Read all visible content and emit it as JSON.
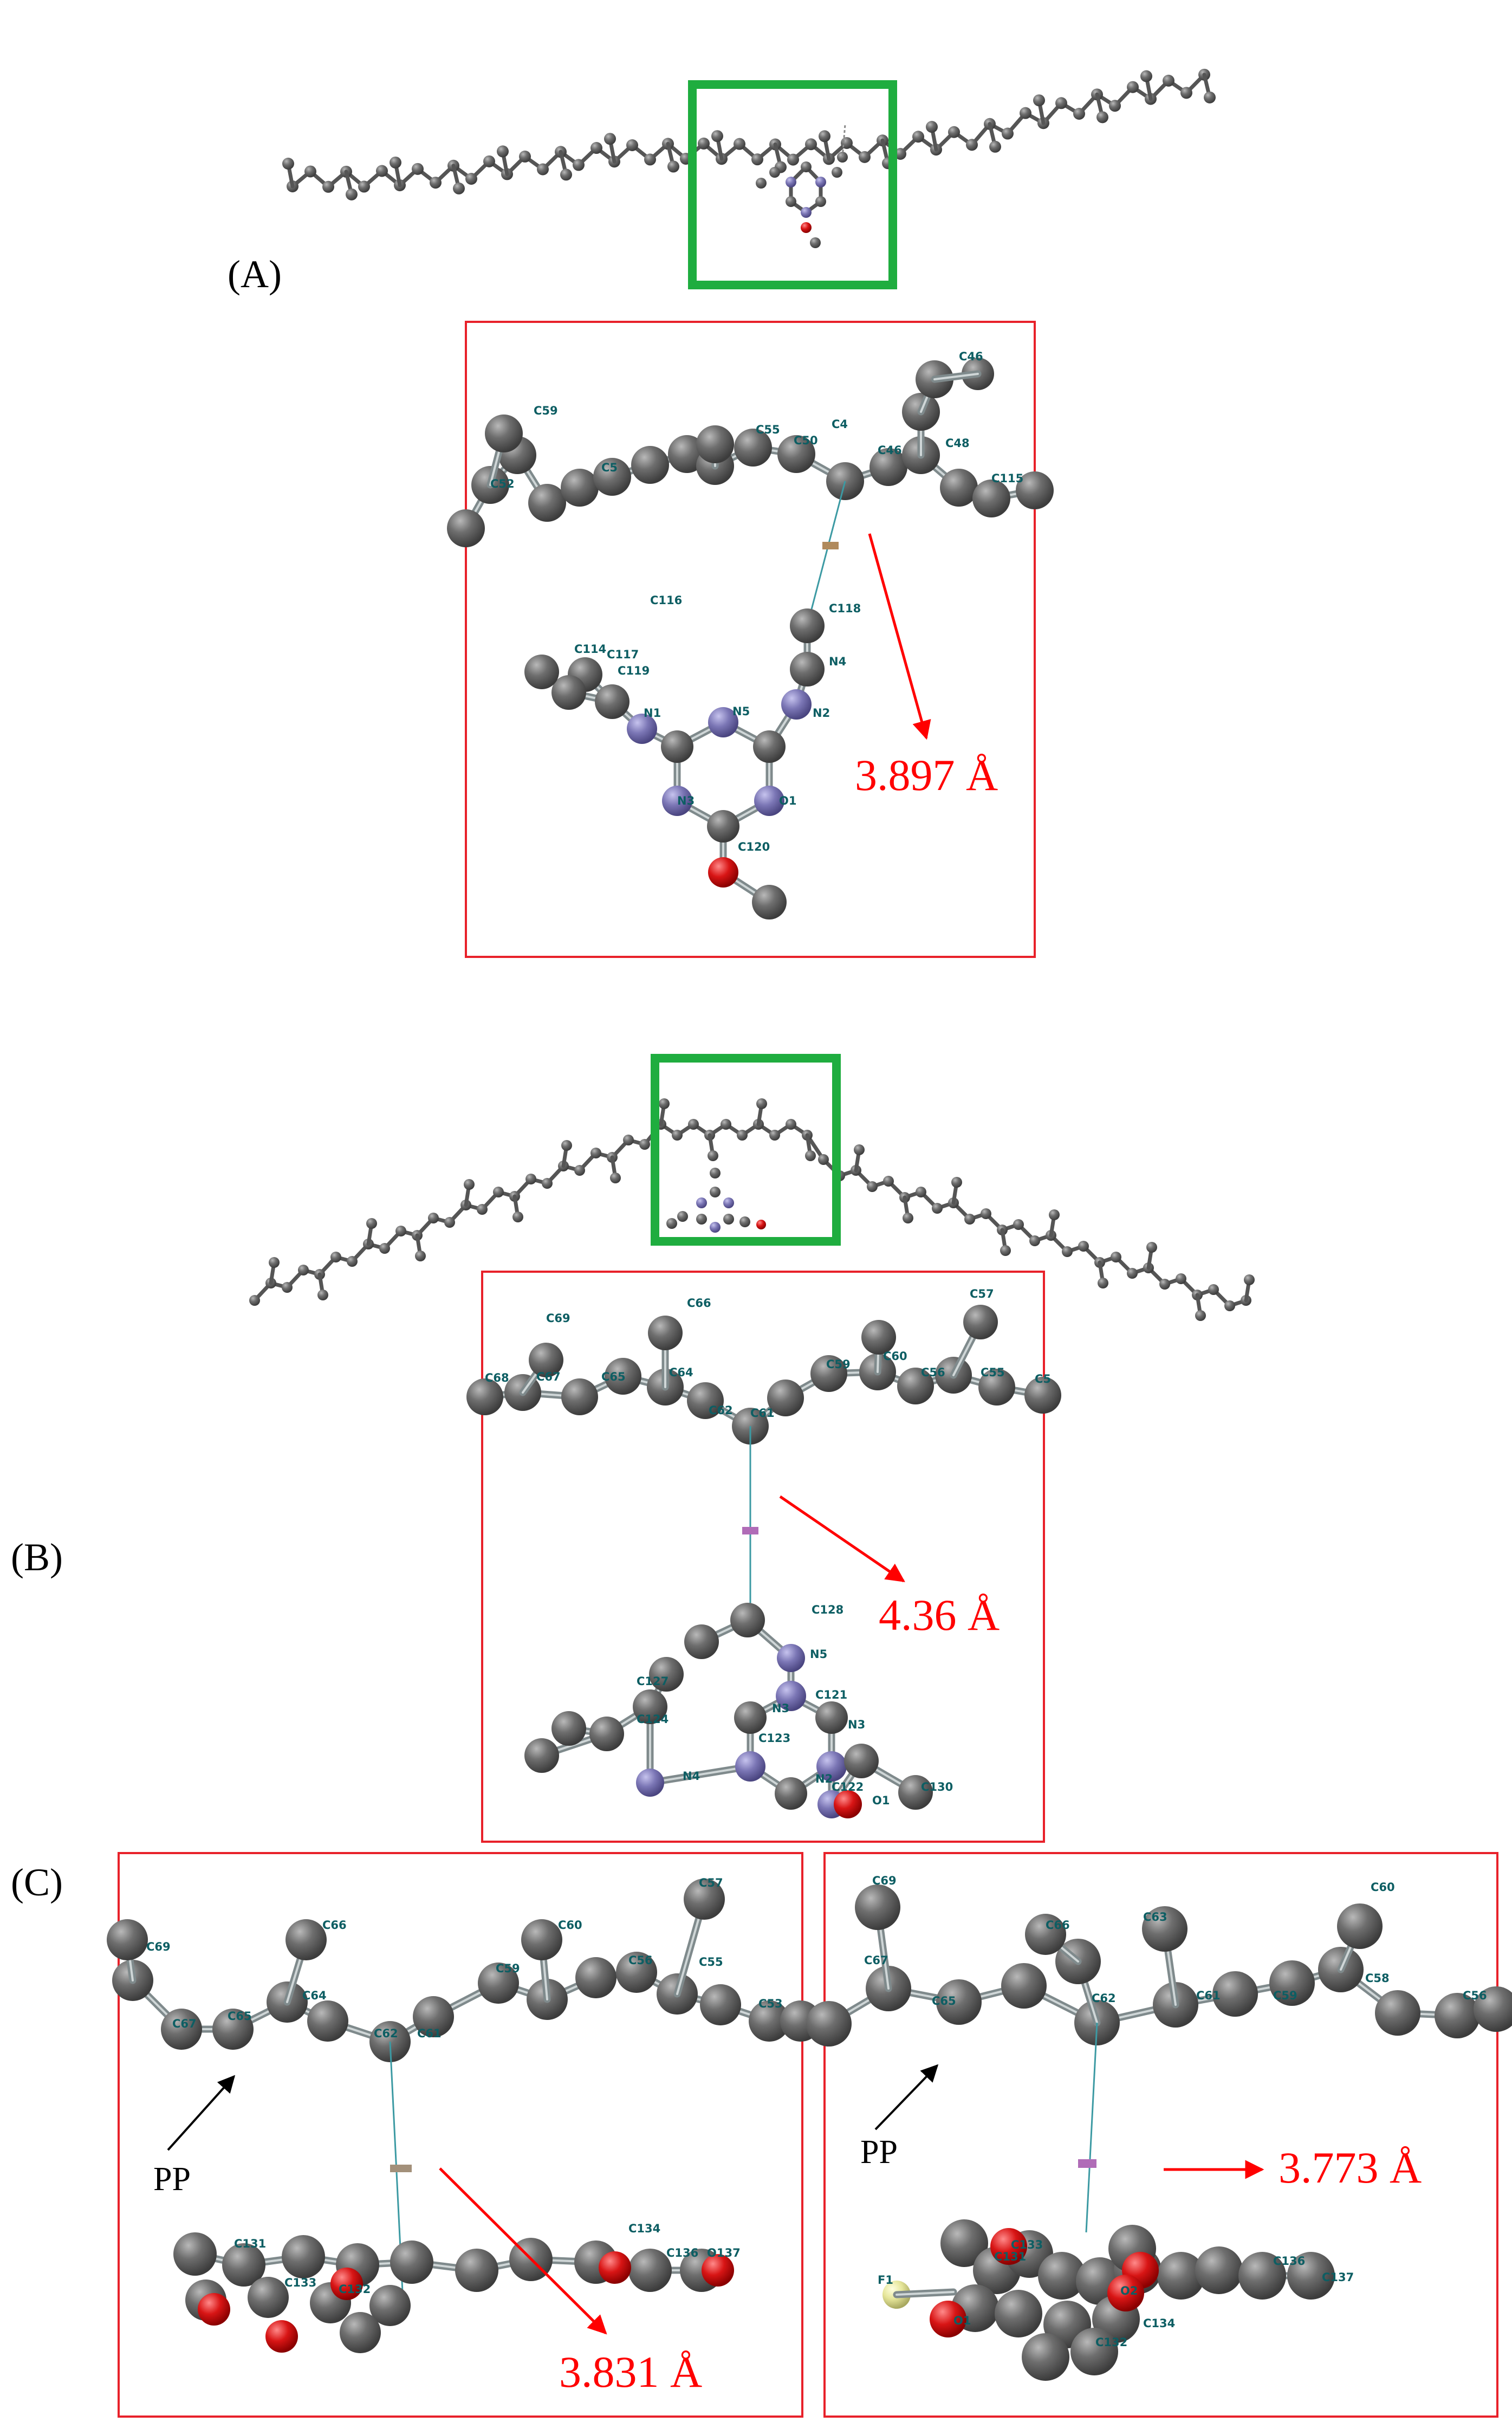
{
  "panels": {
    "a": {
      "label": "(A)",
      "distance": "3.897 Å",
      "atoms": [
        "C46",
        "C59",
        "C52",
        "C5",
        "C55",
        "C50",
        "C4",
        "C46",
        "C48",
        "C115",
        "C116",
        "C114",
        "C117",
        "C119",
        "C118",
        "N4",
        "N1",
        "N5",
        "N2",
        "N3",
        "O1",
        "C120"
      ]
    },
    "b": {
      "label": "(B)",
      "distance": "4.36 Å",
      "atoms": [
        "C57",
        "C69",
        "C66",
        "C68",
        "C67",
        "C65",
        "C64",
        "C60",
        "C56",
        "C55",
        "C5",
        "C59",
        "C62",
        "C61",
        "C128",
        "N5",
        "C127",
        "N3",
        "N3",
        "C124",
        "C121",
        "C123",
        "N4",
        "N2",
        "C122",
        "O1",
        "C130"
      ]
    },
    "c": {
      "label": "(C)",
      "left": {
        "distance": "3.831 Å",
        "pp_label": "PP",
        "atoms": [
          "C57",
          "C66",
          "C60",
          "C69",
          "C55",
          "C67",
          "C65",
          "C64",
          "C59",
          "C56",
          "C53",
          "C62",
          "C61",
          "C131",
          "C134",
          "C136",
          "O137",
          "C133",
          "C132"
        ]
      },
      "right": {
        "distance": "3.773 Å",
        "pp_label": "PP",
        "atoms": [
          "C69",
          "C60",
          "C66",
          "C63",
          "C67",
          "C58",
          "C65",
          "C62",
          "C61",
          "C59",
          "C56",
          "C133",
          "C131",
          "C136",
          "C137",
          "F1",
          "O1",
          "O2",
          "C132",
          "C134"
        ]
      }
    }
  },
  "colors": {
    "frame_green": "#1fad3f",
    "frame_red": "#e8212a",
    "carbon": "#5a5a5a",
    "nitrogen": "#7a76b8",
    "oxygen": "#d81515",
    "fluorine": "#e8e89a",
    "distance_text": "#ff0000"
  }
}
